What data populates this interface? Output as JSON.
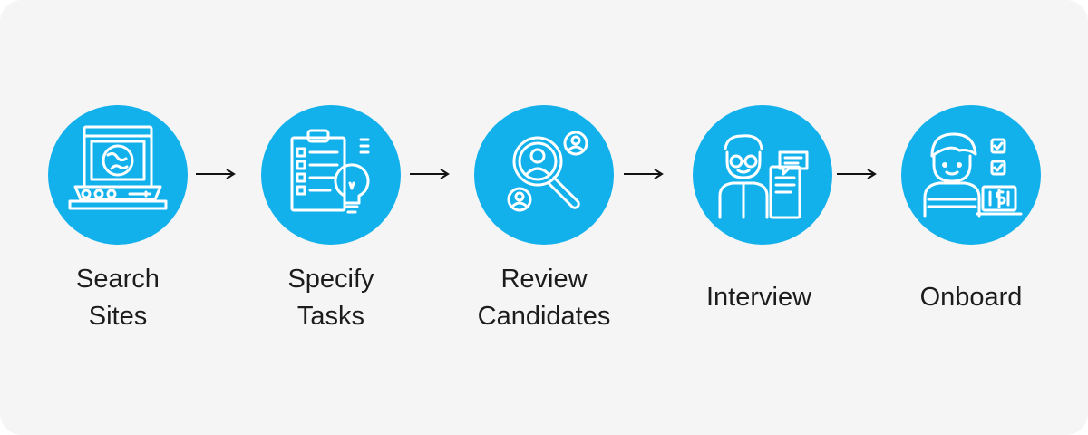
{
  "colors": {
    "circle": "#12b1ec",
    "background": "#f5f5f5",
    "text": "#1c1c1c",
    "icon": "#ffffff",
    "arrow": "#111111"
  },
  "steps": [
    {
      "label": "Search\nSites",
      "icon": "laptop-globe-icon"
    },
    {
      "label": "Specify\nTasks",
      "icon": "clipboard-lightbulb-icon"
    },
    {
      "label": "Review\nCandidates",
      "icon": "magnifier-people-icon"
    },
    {
      "label": "Interview",
      "icon": "person-chat-icon"
    },
    {
      "label": "Onboard",
      "icon": "person-checklist-laptop-icon"
    }
  ]
}
